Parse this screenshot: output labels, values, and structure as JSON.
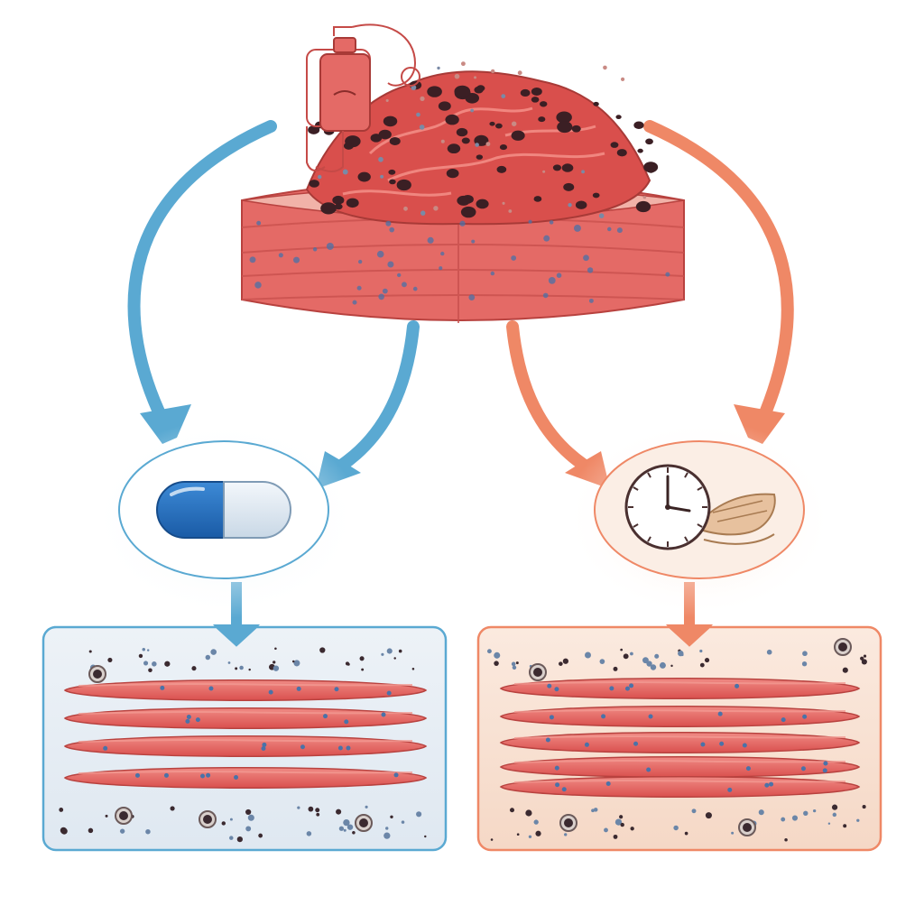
{
  "diagram": {
    "source_tissue": "damaged-muscle-tissue",
    "left_branch": {
      "treatment_icon": "capsule-icon",
      "outcome": "healing-muscle-fibers",
      "color": "#5aa9d2"
    },
    "right_branch": {
      "treatment_icon": "clock-icon",
      "outcome": "healing-muscle-fibers",
      "color": "#ef8866"
    },
    "top_item_icon": "iv-bag-icon",
    "colors": {
      "muscle": "#e46a66",
      "muscle_dark": "#b8423f",
      "muscle_light": "#f39a92",
      "debris": "#3b1f24",
      "cell": "#4a72a8",
      "left_panel_bg": "#e6eef5",
      "right_panel_bg": "#f8e1d2"
    }
  }
}
